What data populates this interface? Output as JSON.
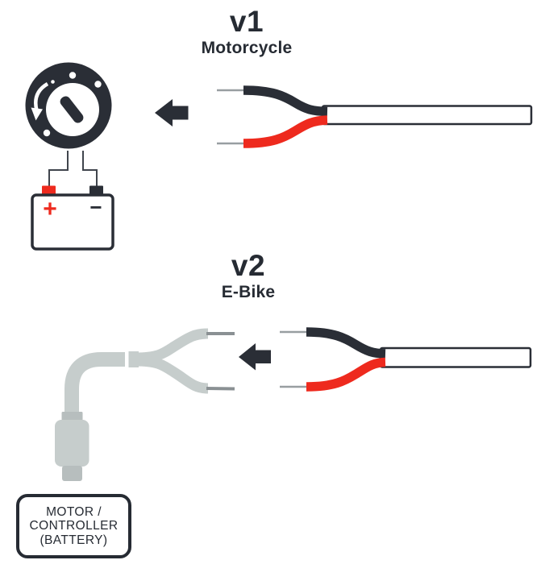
{
  "diagram": {
    "v1": {
      "version_label": "v1",
      "subtitle": "Motorcycle",
      "battery": {
        "positive_label": "+",
        "negative_label": "−"
      },
      "icons": [
        "ignition-switch-icon",
        "battery-icon",
        "arrow-left-icon",
        "black-wire",
        "red-wire",
        "white-cable"
      ]
    },
    "v2": {
      "version_label": "v2",
      "subtitle": "E-Bike",
      "box": {
        "line1": "MOTOR /",
        "line2": "CONTROLLER",
        "line3": "(BATTERY)"
      },
      "icons": [
        "y-splitter-harness",
        "plug-connector-icon",
        "arrow-left-icon",
        "black-wire",
        "red-wire",
        "white-cable"
      ]
    },
    "colors": {
      "dark": "#2a2e36",
      "red": "#ee2a1e",
      "cable_gray": "#c6cdcc",
      "collar_gray": "#b7bebe",
      "bare_wire_gray": "#989ea1",
      "thin_wire_gray": "#8a9093",
      "background": "#ffffff"
    }
  }
}
